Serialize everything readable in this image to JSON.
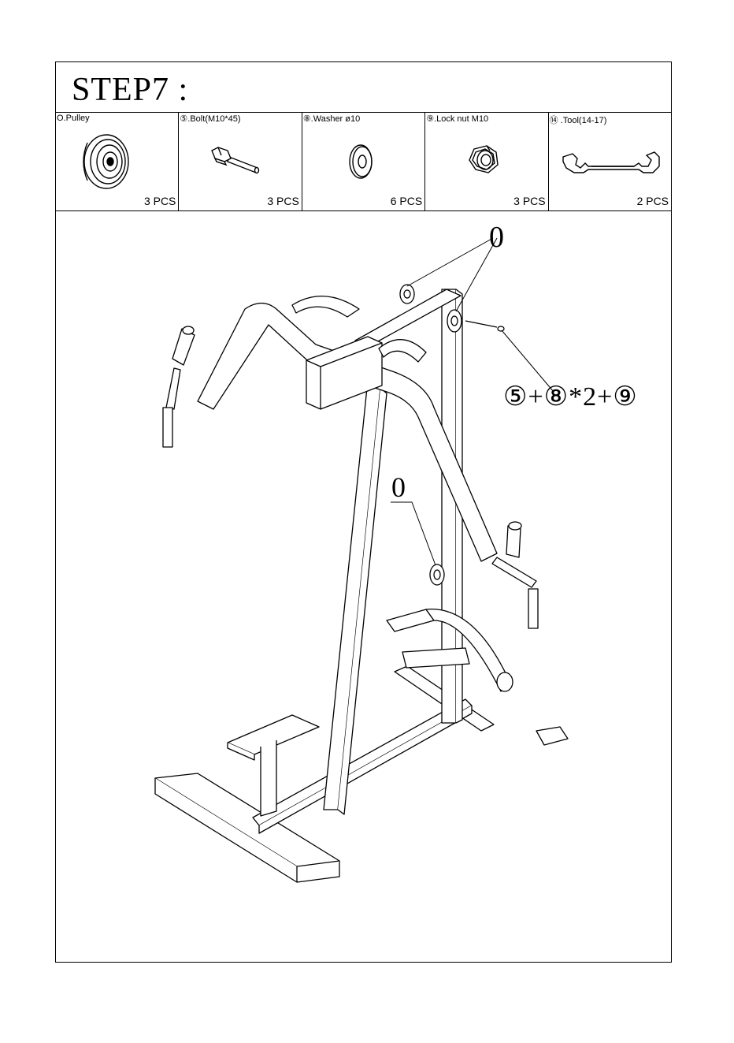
{
  "step": {
    "title": "STEP7 :"
  },
  "parts": [
    {
      "label": "O.Pulley",
      "qty": "3 PCS",
      "icon": "pulley-icon"
    },
    {
      "label": "⑤.Bolt(M10*45)",
      "qty": "3 PCS",
      "icon": "bolt-icon"
    },
    {
      "label": "⑧.Washer ø10",
      "qty": "6 PCS",
      "icon": "washer-icon"
    },
    {
      "label": "⑨.Lock nut M10",
      "qty": "3 PCS",
      "icon": "lock-nut-icon"
    },
    {
      "label": "⑭ .Tool(14-17)",
      "qty": "2 PCS",
      "icon": "wrench-icon"
    }
  ],
  "callouts": {
    "top_pulley": "0",
    "mid_pulley": "0",
    "fastener": "⑤+⑧*2+⑨"
  }
}
